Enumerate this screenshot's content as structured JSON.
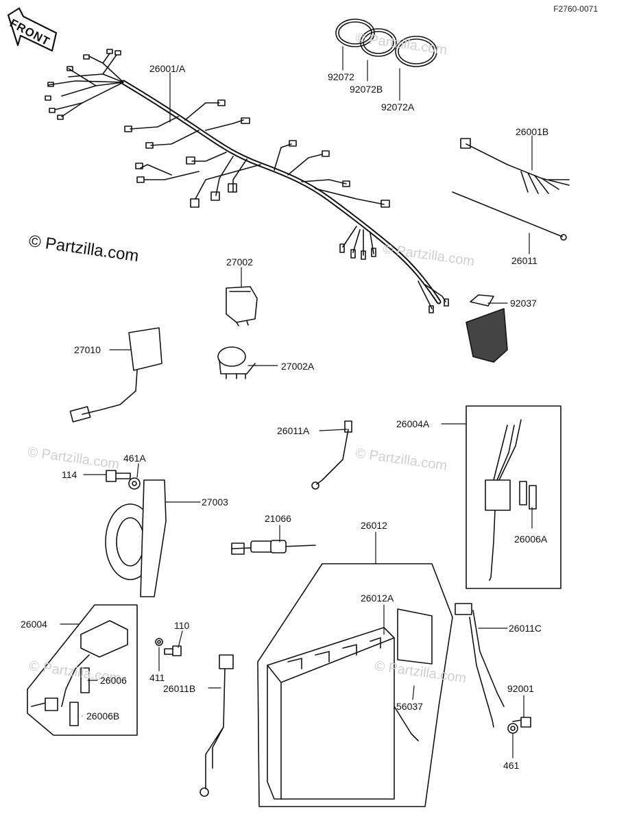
{
  "figure_code": "F2760-0071",
  "front_label": "FRONT",
  "watermark": {
    "main": "© Partzilla.com",
    "faint": "© Partzilla.com"
  },
  "parts": {
    "p26001A": "26001/A",
    "p92072": "92072",
    "p92072B": "92072B",
    "p92072A": "92072A",
    "p26001B": "26001B",
    "p26011": "26011",
    "p27002": "27002",
    "p92037": "92037",
    "p27010": "27010",
    "p27002A": "27002A",
    "p26011A": "26011A",
    "p26004A": "26004A",
    "p461A": "461A",
    "p114": "114",
    "p27003": "27003",
    "p21066": "21066",
    "p26012": "26012",
    "p26006A": "26006A",
    "p26004": "26004",
    "p110": "110",
    "p26012A": "26012A",
    "p26011C": "26011C",
    "p26006": "26006",
    "p411": "411",
    "p26011B": "26011B",
    "p56037": "56037",
    "p92001": "92001",
    "p26006B": "26006B",
    "p461": "461"
  }
}
